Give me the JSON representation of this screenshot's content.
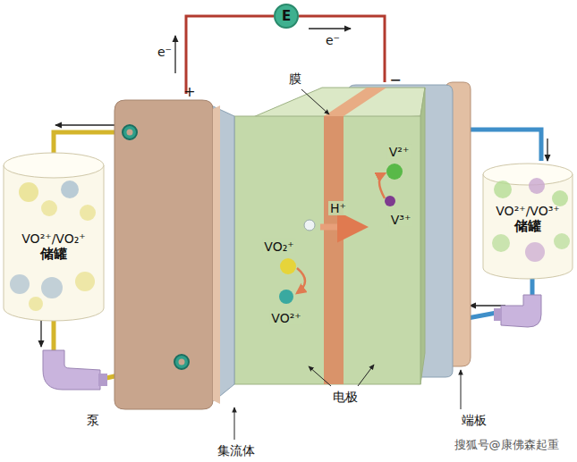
{
  "diagram": {
    "nodes": [
      {
        "text": [
          "E"
        ]
      },
      {
        "text": [
          "VO²⁺/VO₂⁺",
          "储罐"
        ]
      },
      {
        "text": [
          "VO²⁺/VO³⁺",
          "储罐"
        ]
      }
    ],
    "labels": [
      "e⁻",
      "e⁻",
      "+",
      "−",
      "膜",
      "H⁺",
      "V²⁺",
      "V³⁺",
      "VO₂⁺",
      "VO²⁺",
      "电极",
      "泵",
      "集流体",
      "端板",
      "搜狐号@康佛森起重"
    ]
  }
}
